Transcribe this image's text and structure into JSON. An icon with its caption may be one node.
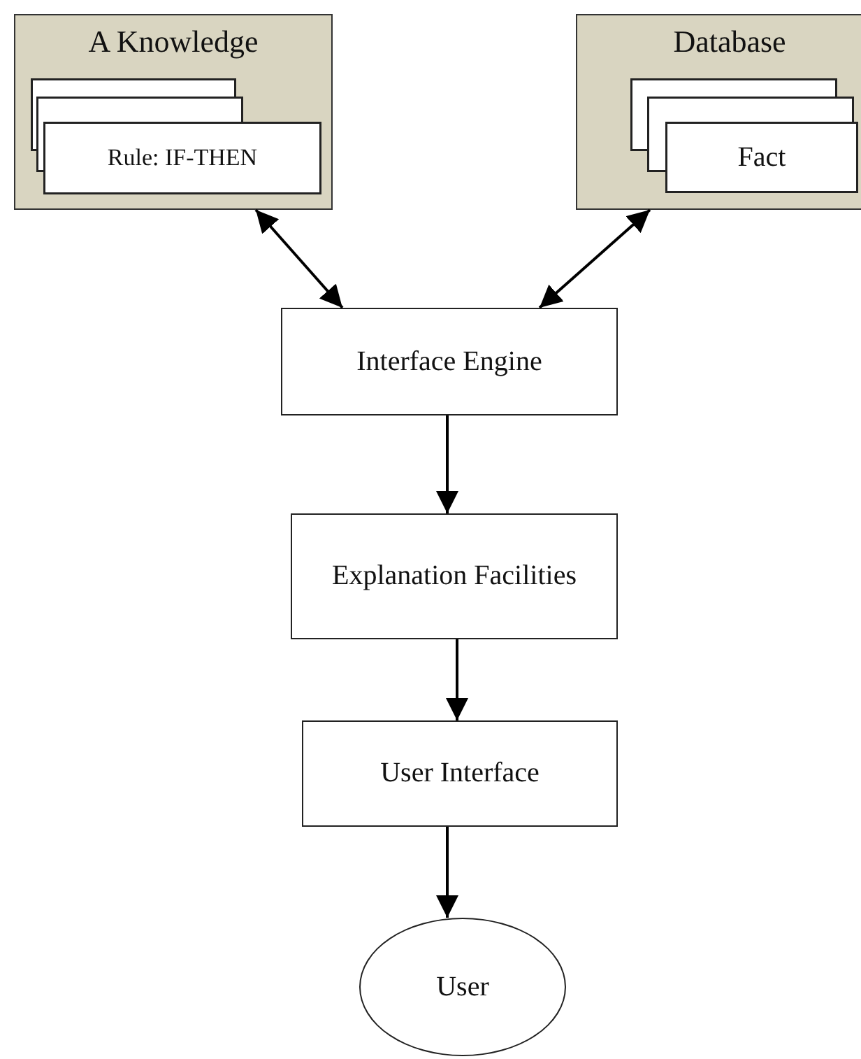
{
  "diagram": {
    "nodes": [
      {
        "text": [
          "A Knowledge"
        ]
      },
      {
        "text": [
          "Rule: IF-THEN"
        ],
        "in": 0
      },
      {
        "text": [
          "Database"
        ]
      },
      {
        "text": [
          "Fact"
        ],
        "in": 2
      },
      {
        "text": [
          "Interface Engine"
        ]
      },
      {
        "text": [
          "Explanation Facilities"
        ]
      },
      {
        "text": [
          "User Interface"
        ]
      },
      {
        "text": [
          "User"
        ]
      }
    ],
    "edges": [
      {
        "from": 0,
        "to": 4,
        "arrow": "both"
      },
      {
        "from": 2,
        "to": 4,
        "arrow": "both"
      },
      {
        "from": 4,
        "to": 5,
        "arrow": "to"
      },
      {
        "from": 5,
        "to": 6,
        "arrow": "to"
      },
      {
        "from": 6,
        "to": 7,
        "arrow": "to"
      }
    ]
  }
}
